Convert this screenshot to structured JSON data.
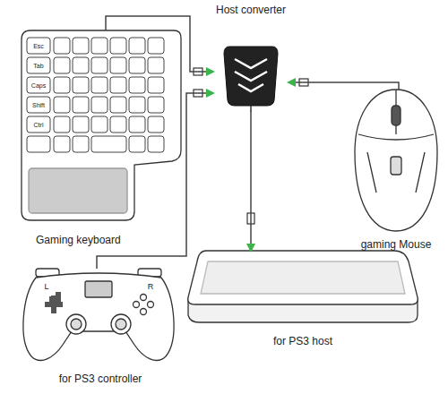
{
  "diagram": {
    "nodes": [
      {
        "text": [
          "Host converter"
        ]
      },
      {
        "text": [
          "Gaming keyboard"
        ]
      },
      {
        "text": [
          "gaming Mouse"
        ]
      },
      {
        "text": [
          "for PS3 host"
        ]
      },
      {
        "text": [
          "for PS3 controller"
        ]
      }
    ],
    "edges": [
      {
        "from": 1,
        "to": 0,
        "arrow": "to"
      },
      {
        "from": 4,
        "to": 0,
        "arrow": "to"
      },
      {
        "from": 2,
        "to": 0,
        "arrow": "to"
      },
      {
        "from": 0,
        "to": 3,
        "arrow": "to"
      }
    ],
    "labels": [
      "Esc",
      "Tab",
      "Caps",
      "Shift",
      "Ctrl",
      "L",
      "R"
    ]
  }
}
